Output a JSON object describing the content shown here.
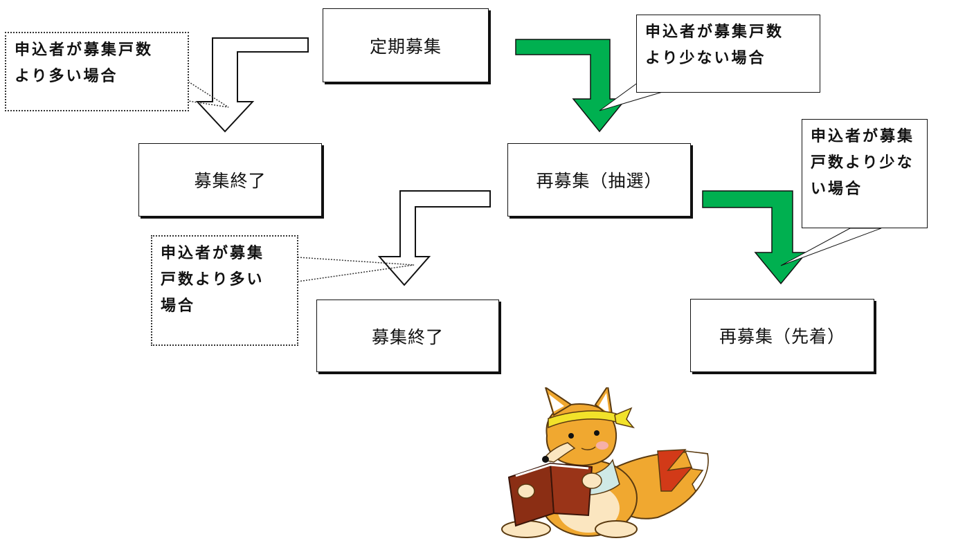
{
  "diagram": {
    "start_box": "定期募集",
    "end_box_1": "募集終了",
    "redraw_box": "再募集（抽選）",
    "end_box_2": "募集終了",
    "first_come_box": "再募集（先着）",
    "note_more_1": [
      "申込者が募集戸数",
      "より多い場合"
    ],
    "note_less_1": [
      "申込者が募集戸数",
      "より少ない場合"
    ],
    "note_more_2": [
      "申込者が募集",
      "戸数より多い",
      "場合"
    ],
    "note_less_2": [
      "申込者が募集",
      "戸数より少な",
      "い場合"
    ]
  },
  "colors": {
    "fewer_arrow": "#00b050",
    "more_arrow": "#ffffff",
    "outline": "#111111"
  },
  "icons": {
    "mascot": "fox-reading-book-icon"
  }
}
